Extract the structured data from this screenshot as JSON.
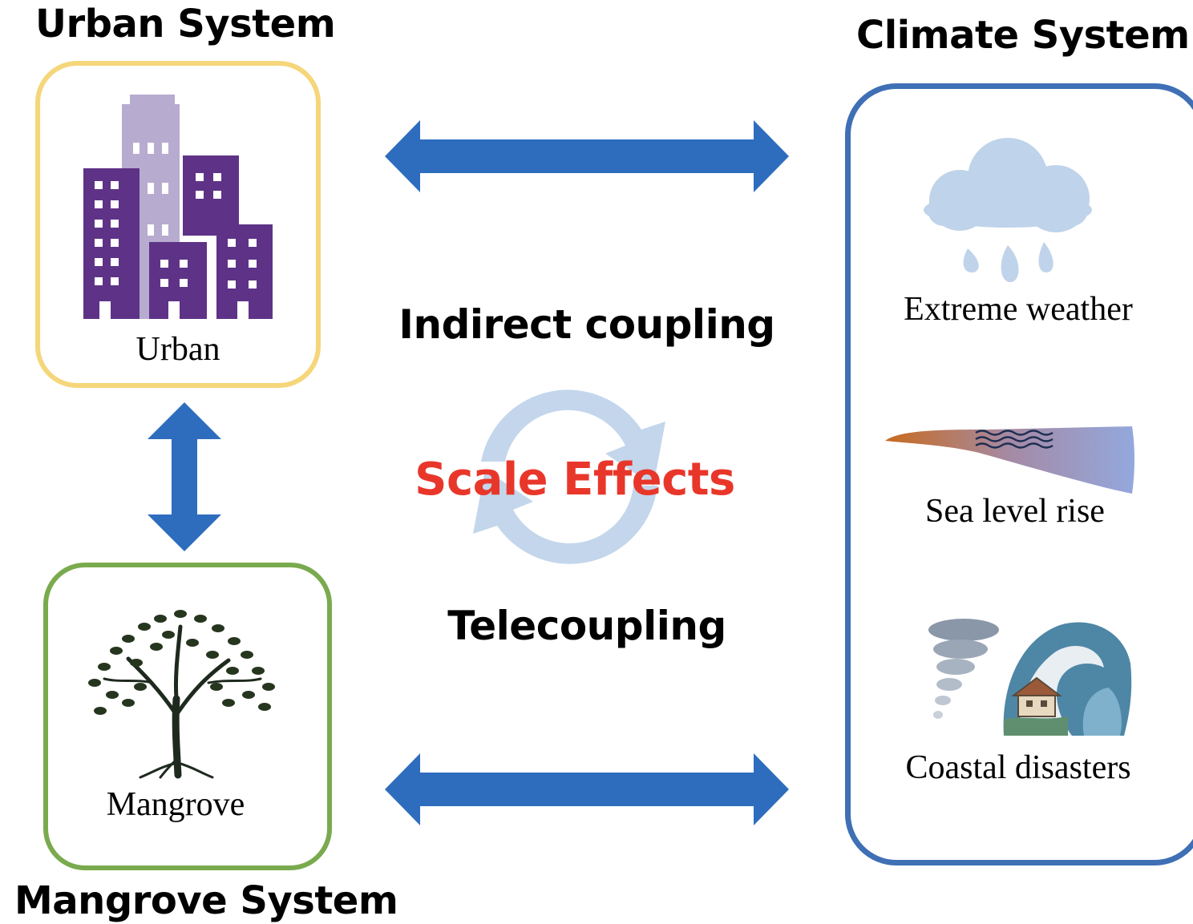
{
  "headings": {
    "urban_system": "Urban System",
    "climate_system": "Climate System",
    "mangrove_system": "Mangrove System"
  },
  "boxes": {
    "urban": {
      "label": "Urban",
      "border_color": "#F5D67B"
    },
    "mangrove": {
      "label": "Mangrove",
      "border_color": "#7AAA4E"
    },
    "climate": {
      "border_color": "#3F6FB5",
      "items": [
        {
          "label": "Extreme weather",
          "icon": "rain-cloud-icon"
        },
        {
          "label": "Sea level rise",
          "icon": "sea-level-icon"
        },
        {
          "label": "Coastal disasters",
          "icon": "tornado-wave-icon"
        }
      ]
    }
  },
  "center": {
    "indirect_coupling": "Indirect coupling",
    "scale_effects": "Scale Effects",
    "telecoupling": "Telecoupling"
  },
  "colors": {
    "arrow": "#2E6DBE",
    "scale_effects": "#E8372A",
    "cycle_icon": "#C3D6EC",
    "building_dark": "#5E3387",
    "building_light": "#B7ABCF"
  }
}
